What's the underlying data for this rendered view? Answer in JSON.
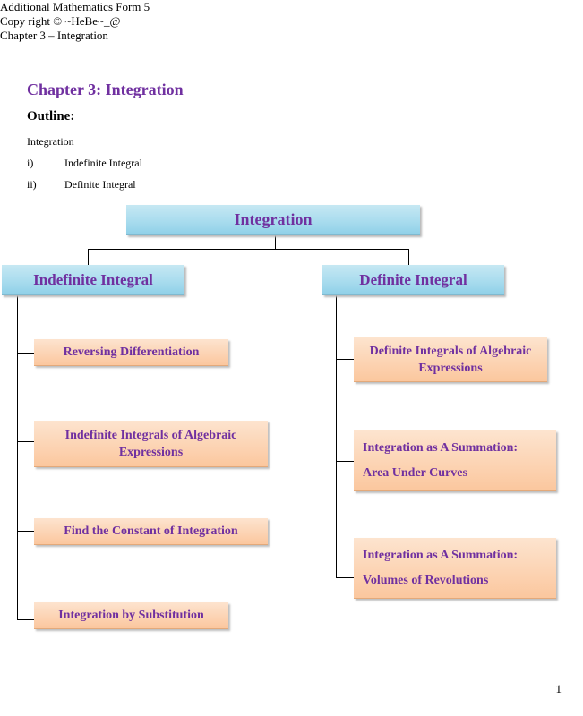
{
  "header": {
    "line1": "Additional Mathematics Form 5",
    "line2": "Copy right © ~HeBe~_@",
    "line3": "Chapter 3 – Integration"
  },
  "chapter_title": "Chapter 3: Integration",
  "outline": {
    "title": "Outline:",
    "intro": "Integration",
    "items": [
      {
        "num": "i)",
        "text": "Indefinite Integral"
      },
      {
        "num": "ii)",
        "text": "Definite Integral"
      }
    ]
  },
  "diagram": {
    "root": "Integration",
    "left": {
      "title": "Indefinite Integral",
      "items": [
        "Reversing Differentiation",
        "Indefinite Integrals of Algebraic Expressions",
        "Find the Constant of Integration",
        "Integration by Substitution"
      ]
    },
    "right": {
      "title": "Definite Integral",
      "item1": "Definite Integrals of Algebraic Expressions",
      "item2": {
        "line1": "Integration as A Summation:",
        "line2": "Area Under Curves"
      },
      "item3": {
        "line1": "Integration as A Summation:",
        "line2": "Volumes of Revolutions"
      }
    }
  },
  "page_number": "1"
}
